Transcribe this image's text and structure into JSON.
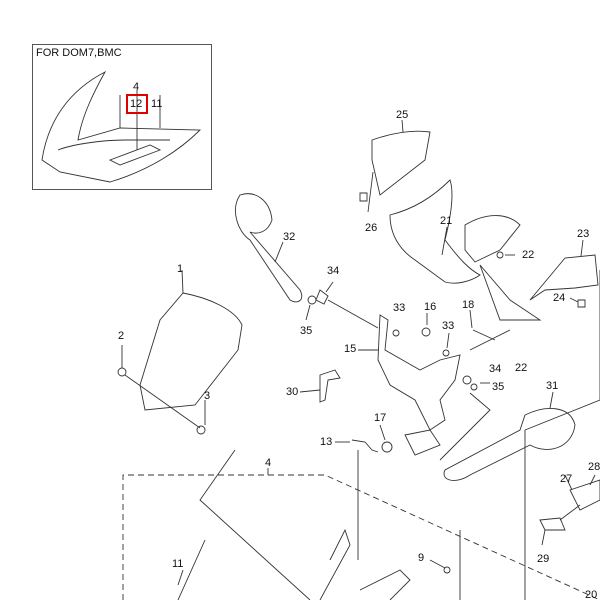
{
  "inset": {
    "title": "FOR DOM7,BMC",
    "labels": {
      "a": "4",
      "b": "12",
      "c": "11"
    },
    "highlight_color": "#e00000"
  },
  "callouts": {
    "p1": "1",
    "p2": "2",
    "p3": "3",
    "p4": "4",
    "p9": "9",
    "p11": "11",
    "p13": "13",
    "p15": "15",
    "p16": "16",
    "p17": "17",
    "p18": "18",
    "p20": "20",
    "p21": "21",
    "p22a": "22",
    "p22b": "22",
    "p23": "23",
    "p24": "24",
    "p25": "25",
    "p26": "26",
    "p27": "27",
    "p28": "28",
    "p29": "29",
    "p30": "30",
    "p31": "31",
    "p32": "32",
    "p33a": "33",
    "p33b": "33",
    "p34a": "34",
    "p34b": "34",
    "p35a": "35",
    "p35b": "35"
  }
}
